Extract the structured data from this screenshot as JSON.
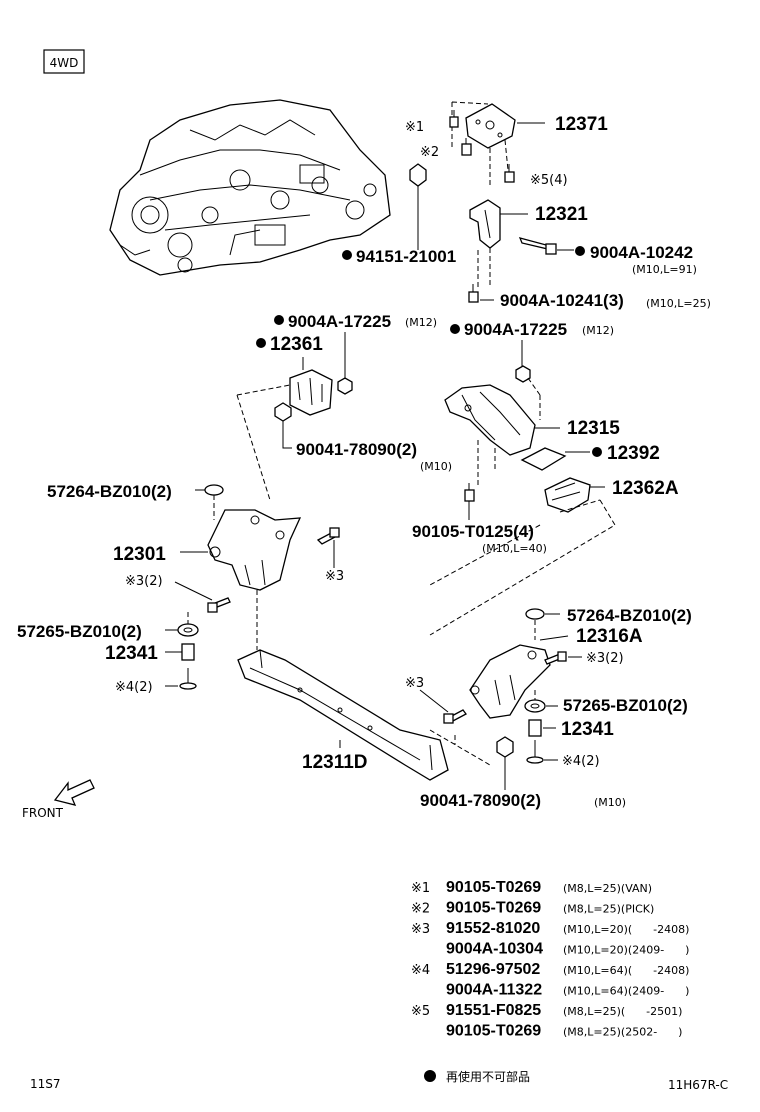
{
  "variant_box": "4WD",
  "callouts": {
    "p12371": "12371",
    "p12321": "12321",
    "p94151": "94151-21001",
    "p9004a_10242": "9004A-10242",
    "p9004a_10242_spec": "(M10,L=91)",
    "p9004a_10241": "9004A-10241(3)",
    "p9004a_10241_spec": "(M10,L=25)",
    "p9004a_17225_left": "9004A-17225",
    "p9004a_17225_left_spec": "(M12)",
    "p9004a_17225_right": "9004A-17225",
    "p9004a_17225_right_spec": "(M12)",
    "p12361": "12361",
    "p90041_top": "90041-78090(2)",
    "p90041_top_spec": "(M10)",
    "p12315": "12315",
    "p12392": "12392",
    "p12362a": "12362A",
    "p57264_left": "57264-BZ010(2)",
    "p90105_t0125": "90105-T0125(4)",
    "p90105_t0125_spec": "(M10,L=40)",
    "p12301": "12301",
    "ref3_2_left": "※3(2)",
    "ref3_mid": "※3",
    "p57265_left": "57265-BZ010(2)",
    "p12341_left": "12341",
    "ref4_2_left": "※4(2)",
    "p57264_right": "57264-BZ010(2)",
    "p12316a": "12316A",
    "ref3_2_right": "※3(2)",
    "ref3_lower": "※3",
    "p57265_right": "57265-BZ010(2)",
    "p12341_right": "12341",
    "ref4_2_right": "※4(2)",
    "p12311d": "12311D",
    "p90041_bottom": "90041-78090(2)",
    "p90041_bottom_spec": "(M10)",
    "front": "FRONT",
    "ref1": "※1",
    "ref2": "※2",
    "ref5_4": "※5(4)"
  },
  "legend_table": [
    {
      "mark": "※1",
      "pn": "90105-T0269",
      "spec": "(M8,L=25)(VAN)"
    },
    {
      "mark": "※2",
      "pn": "90105-T0269",
      "spec": "(M8,L=25)(PICK)"
    },
    {
      "mark": "※3",
      "pn": "91552-81020",
      "spec": "(M10,L=20)(      -2408)"
    },
    {
      "mark": "",
      "pn": "9004A-10304",
      "spec": "(M10,L=20)(2409-      )"
    },
    {
      "mark": "※4",
      "pn": "51296-97502",
      "spec": "(M10,L=64)(      -2408)"
    },
    {
      "mark": "",
      "pn": "9004A-11322",
      "spec": "(M10,L=64)(2409-      )"
    },
    {
      "mark": "※5",
      "pn": "91551-F0825",
      "spec": "(M8,L=25)(      -2501)"
    },
    {
      "mark": "",
      "pn": "90105-T0269",
      "spec": "(M8,L=25)(2502-      )"
    }
  ],
  "reuse_note": "再使用不可部品",
  "footer_left": "11S7",
  "footer_right": "11H67R-C"
}
